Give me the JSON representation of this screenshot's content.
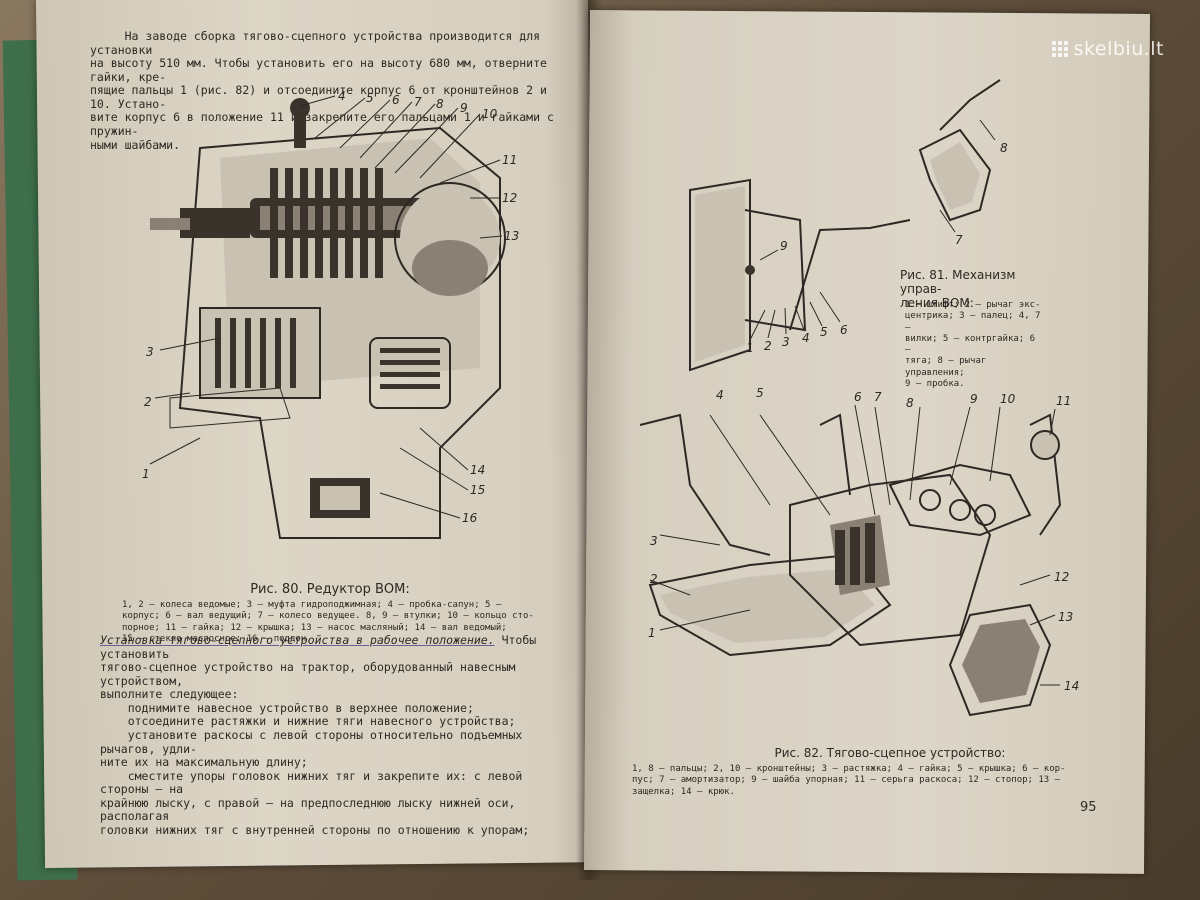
{
  "watermark": {
    "text": "skelbiu.lt",
    "icon": "skelbiu-logo-icon"
  },
  "left_page": {
    "intro": "     На заводе сборка тягово-сцепного устройства производится для установки\nна высоту 510 мм. Чтобы установить его на высоту 680 мм, отверните гайки, кре-\nпящие пальцы 1 (рис. 82) и отсоедините корпус 6 от кронштейнов 2 и 10. Устано-\nвите корпус 6 в положение 11 и закрепите его пальцами 1 и гайками с пружин-\nными шайбами.",
    "fig80_labels": [
      "1",
      "2",
      "3",
      "4",
      "5",
      "6",
      "7",
      "8",
      "9",
      "10",
      "11",
      "12",
      "13",
      "14",
      "15",
      "16"
    ],
    "fig80_caption": "Рис. 80. Редуктор ВОМ:",
    "fig80_legend": "1, 2 — колеса ведомые; 3 — муфта гидроподжимная; 4 — пробка-сапун; 5 —\nкорпус; 6 — вал ведущий; 7 — колесо ведущее. 8, 9 — втулки; 10 — кольцо сто-\nпорное; 11 — гайка; 12 — крышка; 13 — насос масляный; 14 — вал ведомый;\n15 — стекло маслосное; 16 — поддон.",
    "body_heading": "Установка тягово-сцепного устройства в рабочее положение.",
    "body_text": " Чтобы установить\nтягово-сцепное устройство на трактор, оборудованный навесным устройством,\nвыполните следующее:\n    поднимите навесное устройство в верхнее положение;\n    отсоедините растяжки и нижние тяги навесного устройства;\n    установите раскосы с левой стороны относительно подъемных рычагов, удли-\nните их на максимальную длину;\n    сместите упоры головок нижних тяг и закрепите их: с левой стороны — на\nкрайнюю лыску, с правой — на предпоследнюю лыску нижней оси, располагая\nголовки нижних тяг с внутренней стороны по отношению к упорам;"
  },
  "right_page": {
    "fig81_labels": [
      "1",
      "2",
      "3",
      "4",
      "5",
      "6",
      "7",
      "8",
      "9"
    ],
    "fig81_caption": "Рис. 81. Механизм управ-\nления ВОМ:",
    "fig81_legend": "1 — штифт; 2 — рычаг экс-\nцентрика; 3 — палец; 4, 7 —\nвилки; 5 — контргайка; 6 —\nтяга; 8 — рычаг управления;\n9 — пробка.",
    "fig82_labels": [
      "1",
      "2",
      "3",
      "4",
      "5",
      "6",
      "7",
      "8",
      "9",
      "10",
      "11",
      "12",
      "13",
      "14"
    ],
    "fig82_caption": "Рис. 82. Тягово-сцепное устройство:",
    "fig82_legend": "1, 8 — пальцы; 2, 10 — кронштейны; 3 — растяжка; 4 — гайка; 5 — крышка; 6 — кор-\nпус; 7 — амортизатор; 9 — шайба упорная; 11 — серьга раскоса; 12 — стопор; 13 —\nзащелка; 14 — крюк.",
    "page_number": "95"
  }
}
